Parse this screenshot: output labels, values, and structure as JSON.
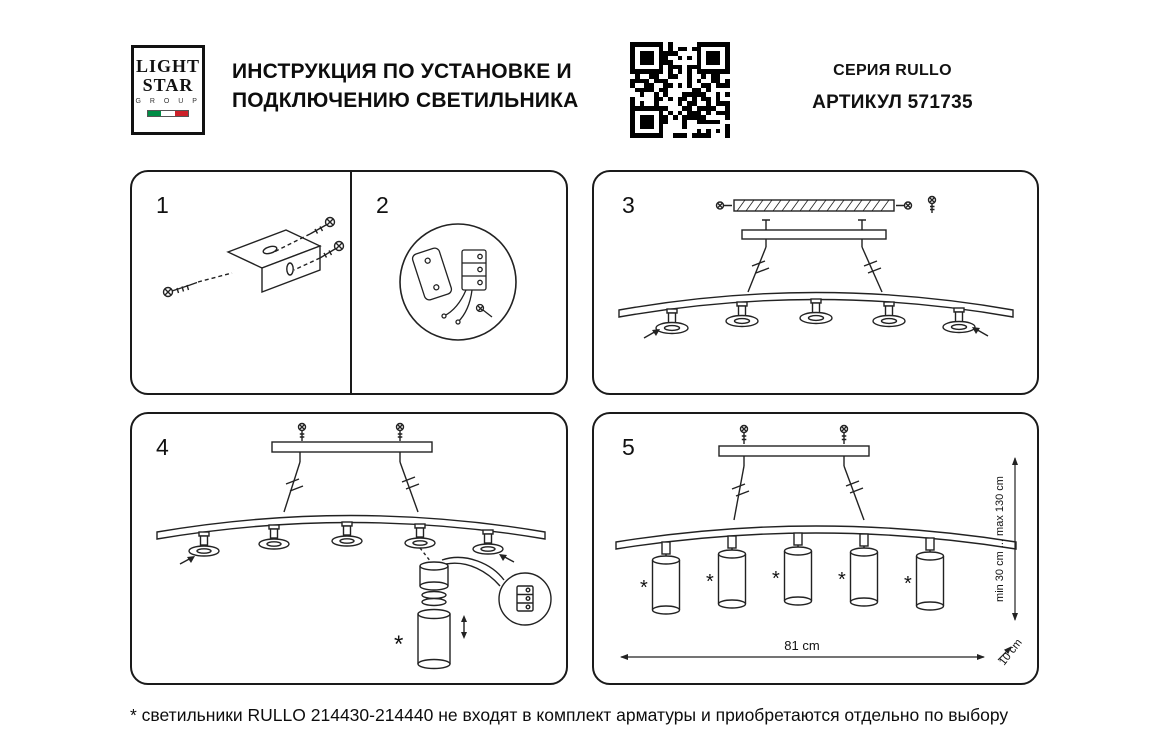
{
  "header": {
    "logo": {
      "line1": "LIGHT",
      "line2": "STAR",
      "line3": "G R O U P"
    },
    "title_line1": "ИНСТРУКЦИЯ ПО УСТАНОВКЕ И",
    "title_line2": "ПОДКЛЮЧЕНИЮ СВЕТИЛЬНИКА",
    "series": "СЕРИЯ RULLO",
    "article": "АРТИКУЛ 571735"
  },
  "panels": {
    "step1": {
      "number": "1"
    },
    "step2": {
      "number": "2"
    },
    "step3": {
      "number": "3"
    },
    "step4": {
      "number": "4",
      "asterisk": "*"
    },
    "step5": {
      "number": "5",
      "asterisk": "*",
      "width_label": "81 cm",
      "height_label": "min 30 cm ... max 130 cm",
      "offset_label": "10 cm"
    }
  },
  "footnote": "* светильники RULLO 214430-214440 не входят в комплект арматуры и приобретаются отдельно по выбору"
}
